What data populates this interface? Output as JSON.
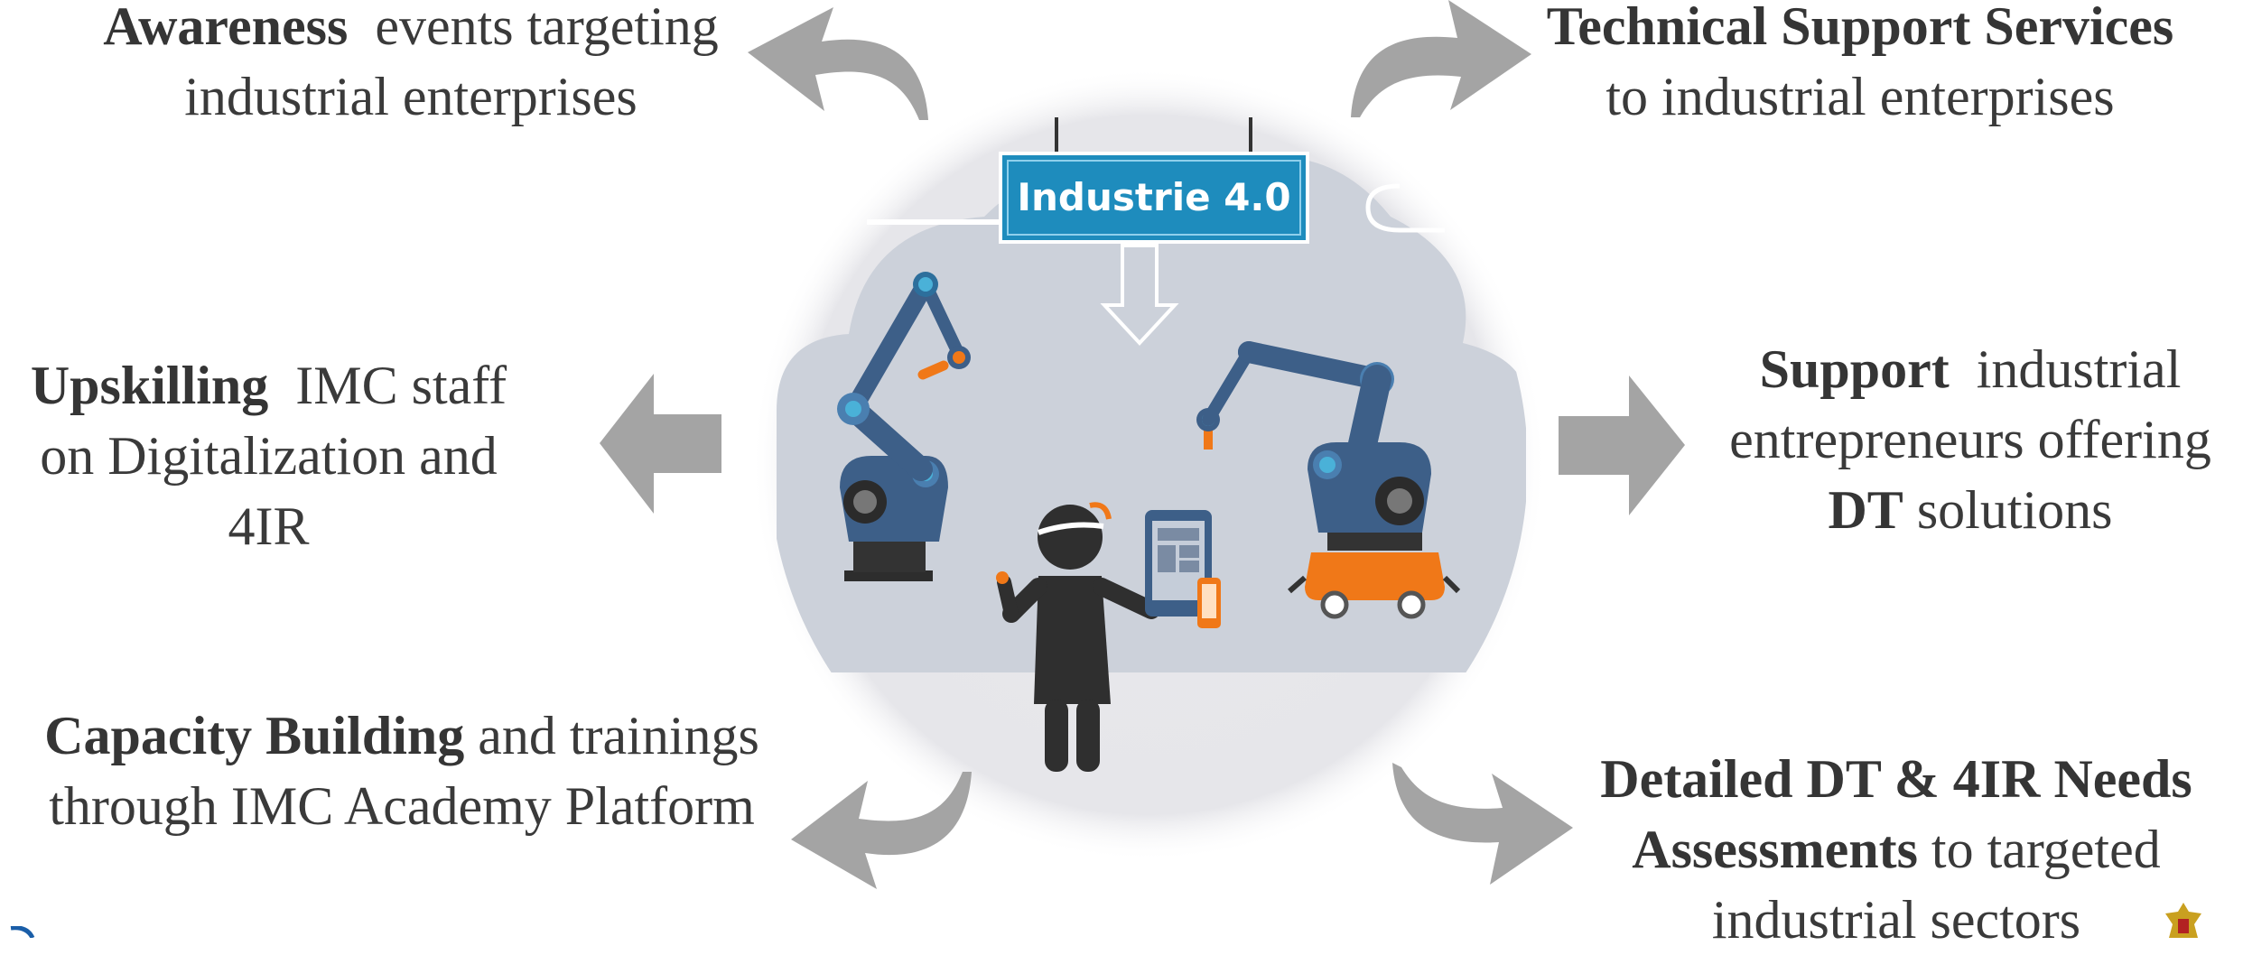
{
  "hub": {
    "sign_label": "Industrie 4.0"
  },
  "items": {
    "awareness": {
      "bold": "Awareness",
      "rest": "events targeting",
      "line2": "industrial enterprises"
    },
    "technical": {
      "bold": "Technical Support Services",
      "line2": "to industrial enterprises"
    },
    "upskilling": {
      "bold": "Upskilling",
      "rest": "IMC staff",
      "line2": "on Digitalization and",
      "line3": "4IR"
    },
    "support": {
      "bold": "Support",
      "rest": "industrial",
      "line2": "entrepreneurs offering",
      "bold2": "DT",
      "rest3": "solutions"
    },
    "capacity": {
      "bold": "Capacity Building",
      "rest": "and trainings",
      "line2": "through IMC Academy Platform"
    },
    "detailed": {
      "bold": "Detailed DT & 4IR Needs",
      "bold2": "Assessments",
      "rest2": "to targeted",
      "line3": "industrial sectors"
    }
  },
  "colors": {
    "arrow": "#a4a4a4",
    "robot_blue": "#3d5f88",
    "accent_orange": "#f07818",
    "sign_blue": "#1f8fbf",
    "figure": "#2f2f2f"
  }
}
